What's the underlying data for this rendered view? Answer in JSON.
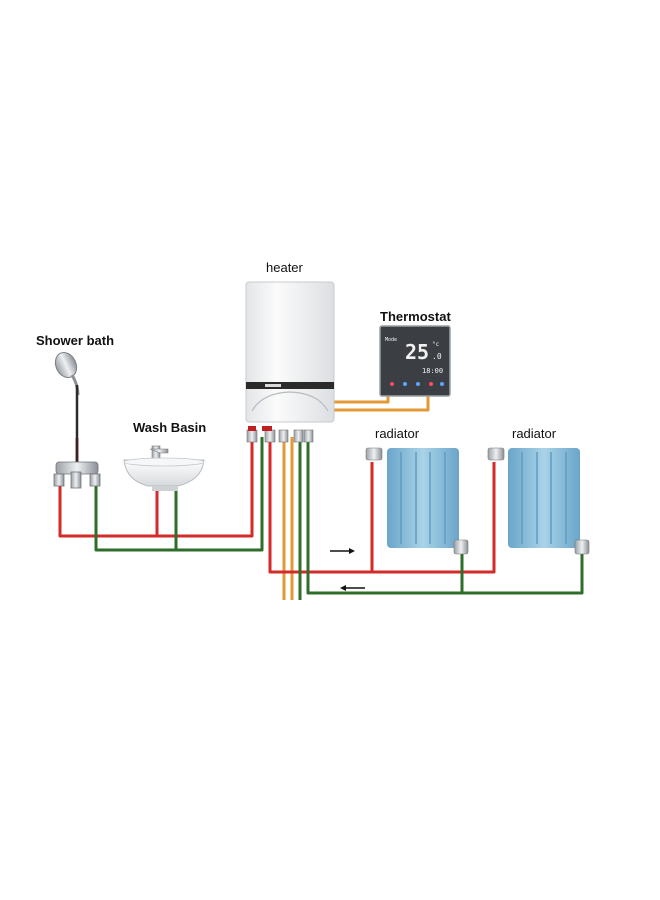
{
  "labels": {
    "heater": "heater",
    "thermostat": "Thermostat",
    "shower": "Shower bath",
    "basin": "Wash Basin",
    "radiator_1": "radiator",
    "radiator_2": "radiator"
  },
  "thermostat": {
    "temperature": "25",
    "decimal": ".0",
    "unit": "°c",
    "clock": "18:00",
    "mode": "Mode"
  },
  "colors": {
    "hot_pipe": "#d42a2a",
    "return_pipe": "#2f6e2a",
    "gas_pipe": "#e39a35",
    "radiator": "#8fc2dc",
    "radiator_dark": "#5f9cc1",
    "heater_body": "#f1f2f3",
    "thermostat_face": "#3b3f44"
  }
}
